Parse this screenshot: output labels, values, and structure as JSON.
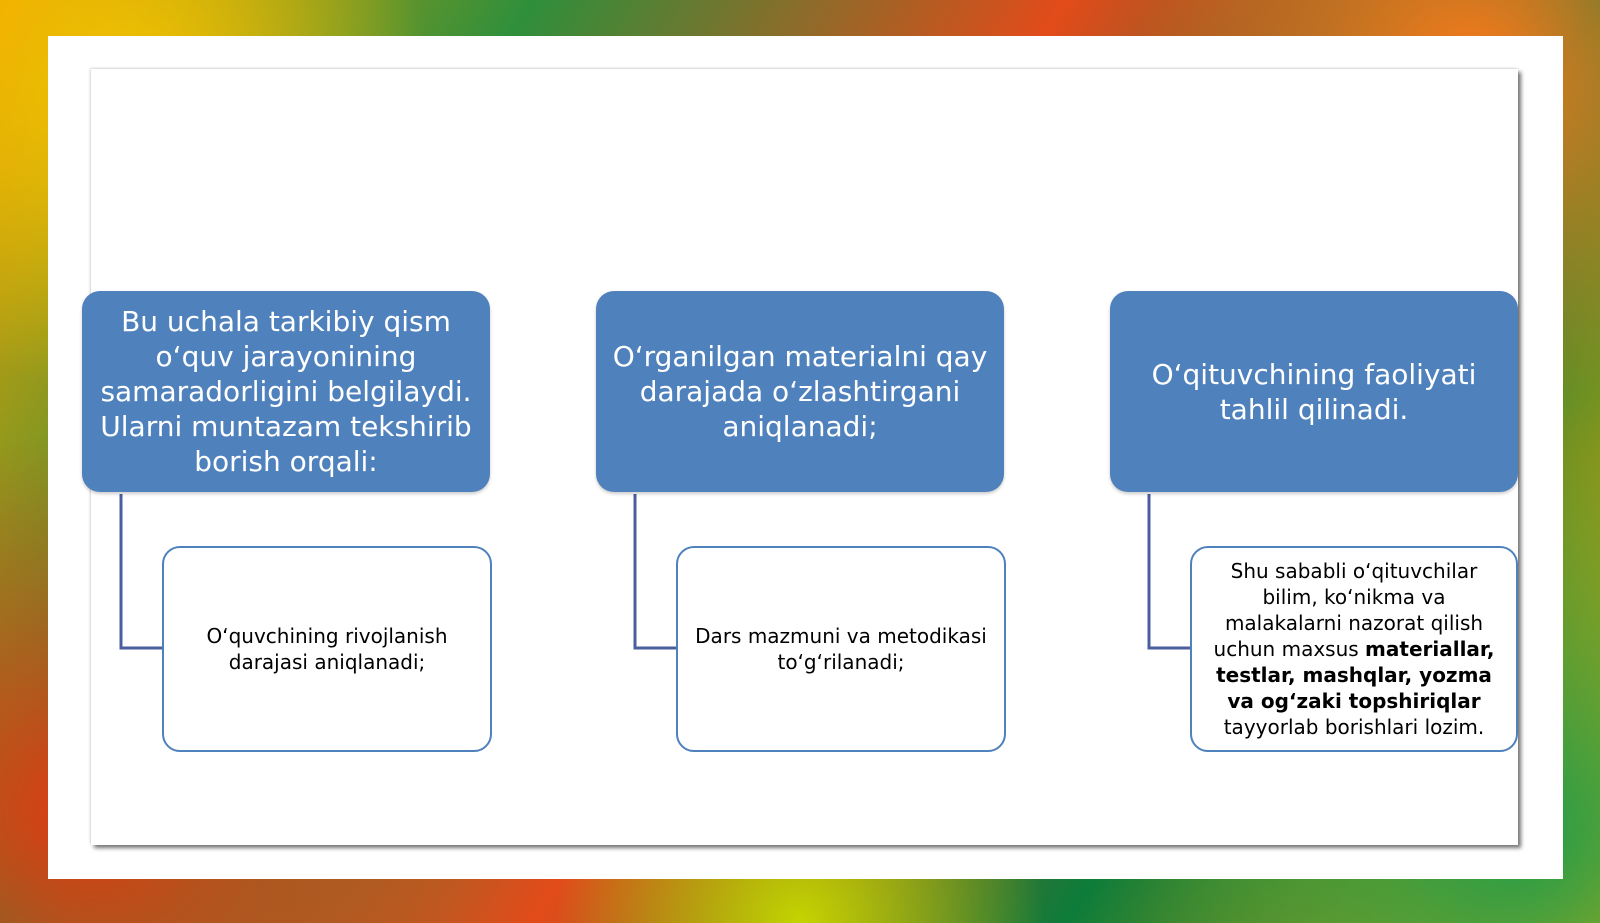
{
  "diagram": {
    "groups": [
      {
        "header": "Bu uchala tarkibiy qism o‘quv jarayonining samaradorligini belgilaydi. Ularni muntazam tekshirib borish orqali:",
        "detail": "O‘quvchining rivojlanish darajasi aniqlanadi;"
      },
      {
        "header": "O‘rganilgan materialni qay darajada o‘zlashtirgani aniqlanadi;",
        "detail": "Dars mazmuni va metodikasi to‘g‘rilanadi;"
      },
      {
        "header": "O‘qituvchining faoliyati tahlil qilinadi.",
        "detail_before": "Shu sababli o‘qituvchilar bilim, ko‘nikma va malakalarni nazorat qilish uchun maxsus",
        "detail_bold": "materiallar, testlar, mashqlar, yozma va og‘zaki topshiriqlar",
        "detail_after": "tayyorlab borishlari lozim."
      }
    ]
  },
  "colors": {
    "header_fill": "#4f81bd",
    "connector": "#4a5f9e"
  }
}
